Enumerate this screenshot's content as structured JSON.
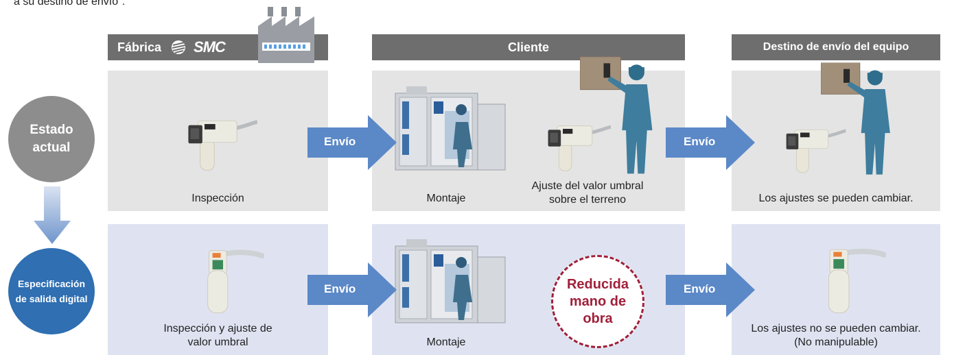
{
  "intro_text": "a su destino de envío\".",
  "headers": {
    "factory": "Fábrica",
    "logo": "SMC",
    "client": "Cliente",
    "destination": "Destino de envío del equipo"
  },
  "rows": {
    "current_label": "Estado actual",
    "digital_label": "Especificación de salida digital"
  },
  "captions": {
    "inspection": "Inspección",
    "assembly_1": "Montaje",
    "threshold_line1": "Ajuste del valor umbral",
    "threshold_line2": "sobre el terreno",
    "changeable": "Los ajustes se pueden cambiar.",
    "inspection_threshold_line1": "Inspección y ajuste de",
    "inspection_threshold_line2": "valor umbral",
    "assembly_2": "Montaje",
    "not_changeable_line1": "Los ajustes no se pueden cambiar.",
    "not_changeable_line2": "(No manipulable)"
  },
  "arrows": {
    "a1": "Envío",
    "a2": "Envío",
    "a3": "Envío",
    "a4": "Envío"
  },
  "reduced": {
    "line1": "Reducida",
    "line2": "mano de",
    "line3": "obra"
  },
  "colors": {
    "header_gray": "#6e6e6e",
    "panel_gray": "#e4e4e4",
    "panel_blue": "#dfe3f1",
    "arrow_blue": "#5b88c7",
    "circle_gray": "#8d8d8d",
    "circle_blue": "#2f6fb2",
    "accent_red": "#a0203a"
  }
}
